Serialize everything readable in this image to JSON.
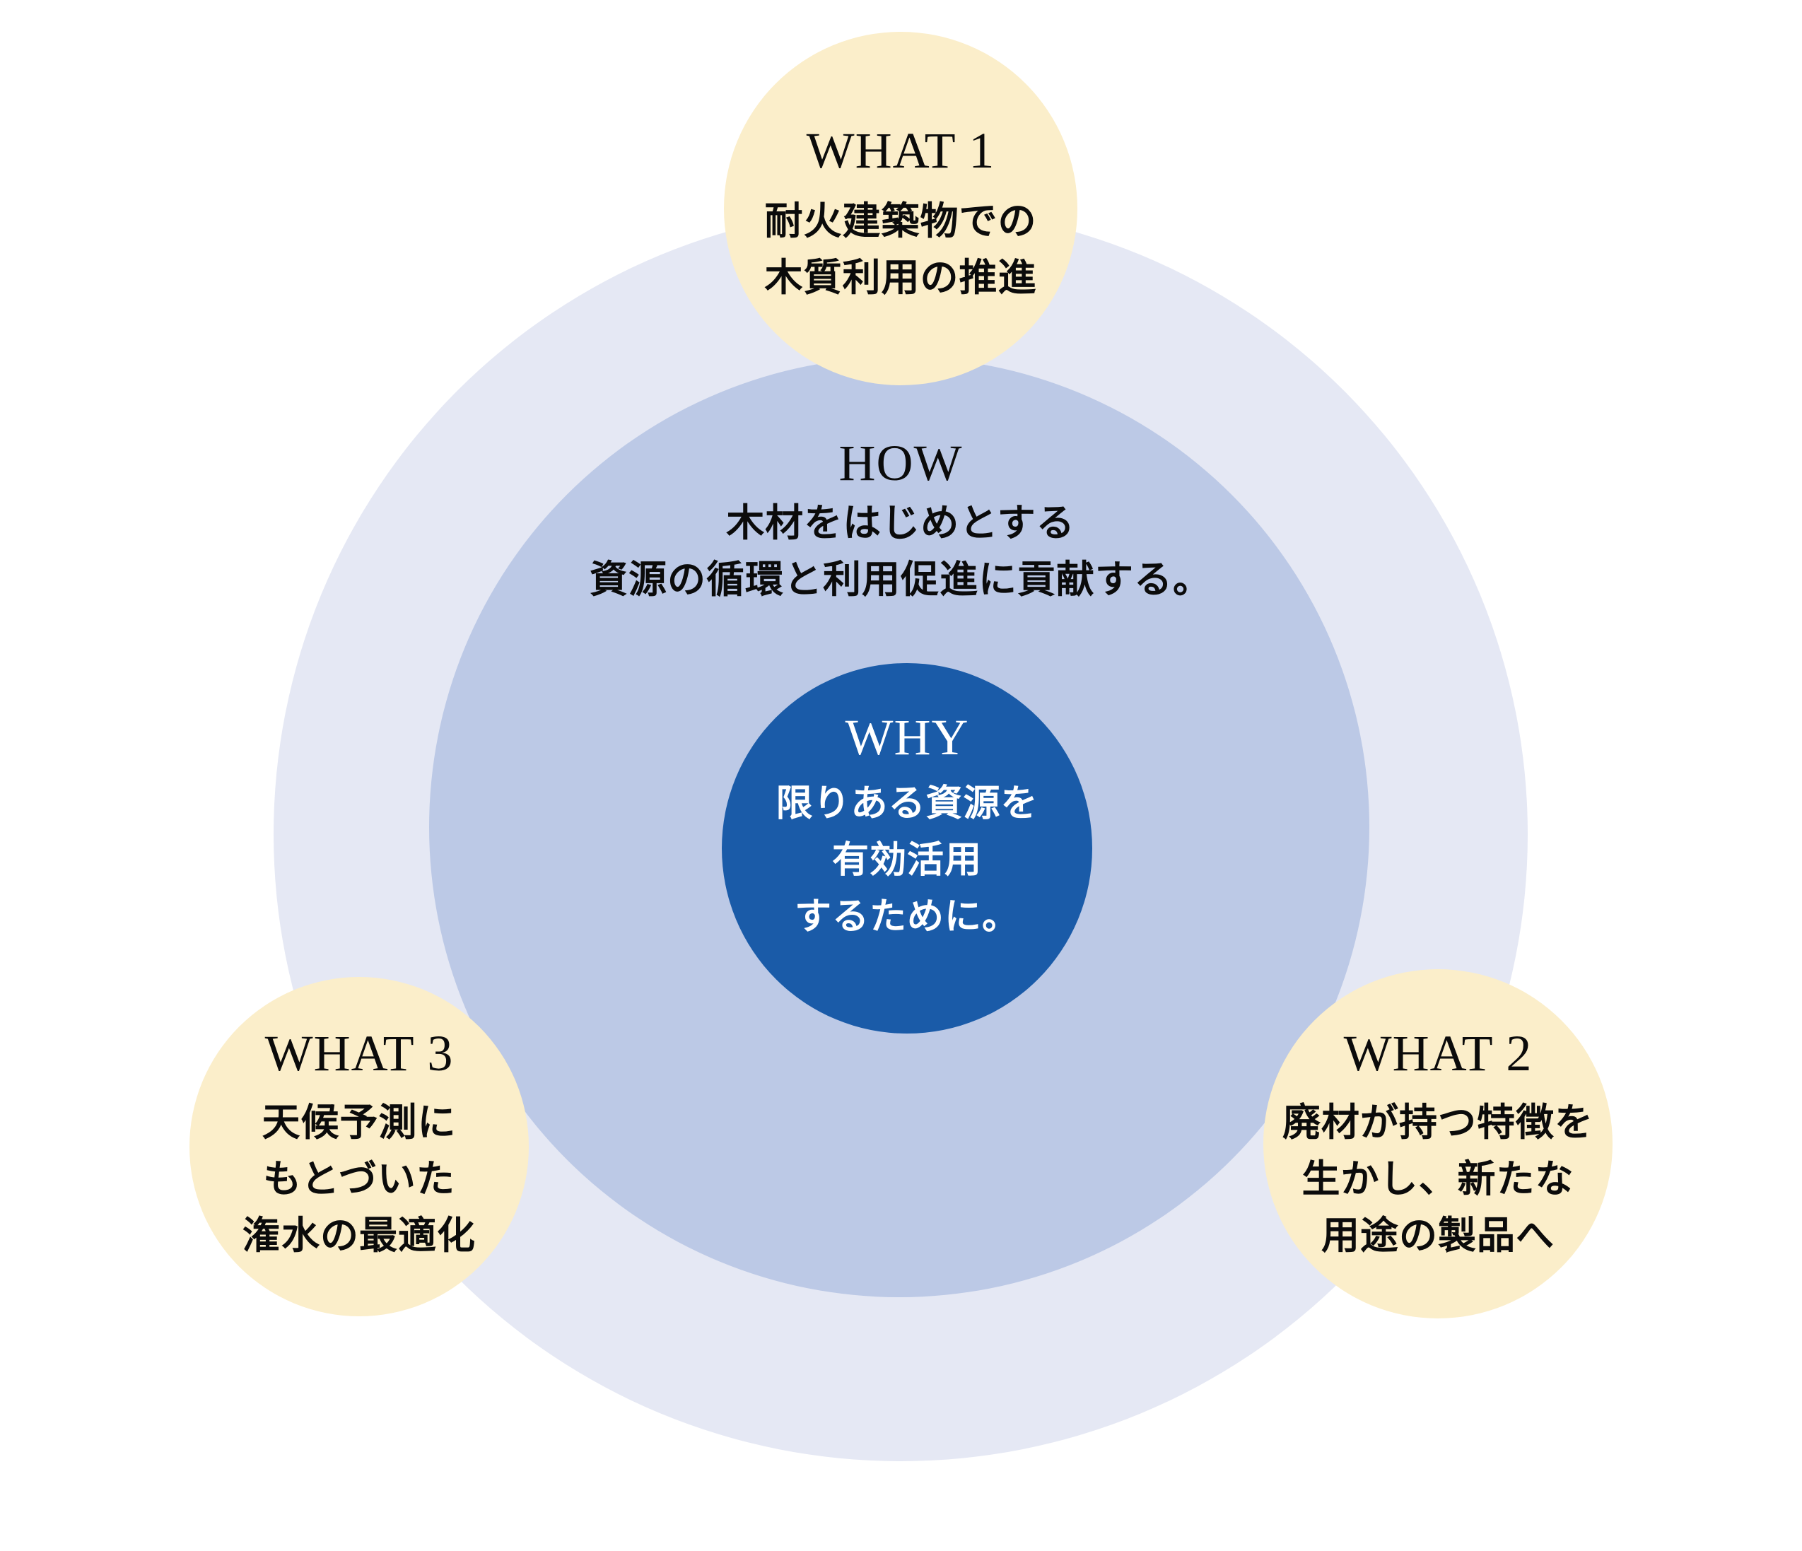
{
  "why": {
    "label": "WHY",
    "lines": [
      "限りある資源を",
      "有効活用",
      "するために。"
    ]
  },
  "how": {
    "label": "HOW",
    "lines": [
      "木材をはじめとする",
      "資源の循環と利用促進に貢献する。"
    ]
  },
  "what1": {
    "label": "WHAT 1",
    "lines": [
      "耐火建築物での",
      "木質利用の推進"
    ]
  },
  "what2": {
    "label": "WHAT 2",
    "lines": [
      "廃材が持つ特徴を",
      "生かし、新たな",
      "用途の製品へ"
    ]
  },
  "what3": {
    "label": "WHAT 3",
    "lines": [
      "天候予測に",
      "もとづいた",
      "潅水の最適化"
    ]
  },
  "colors": {
    "background": "#ffffff",
    "outer_ring": "#E5E8F4",
    "middle_ring": "#BCC9E6",
    "why_circle": "#1A5BA8",
    "what_circle": "#FBEECA",
    "text_dark": "#0b0b0b",
    "text_light": "#ffffff"
  }
}
